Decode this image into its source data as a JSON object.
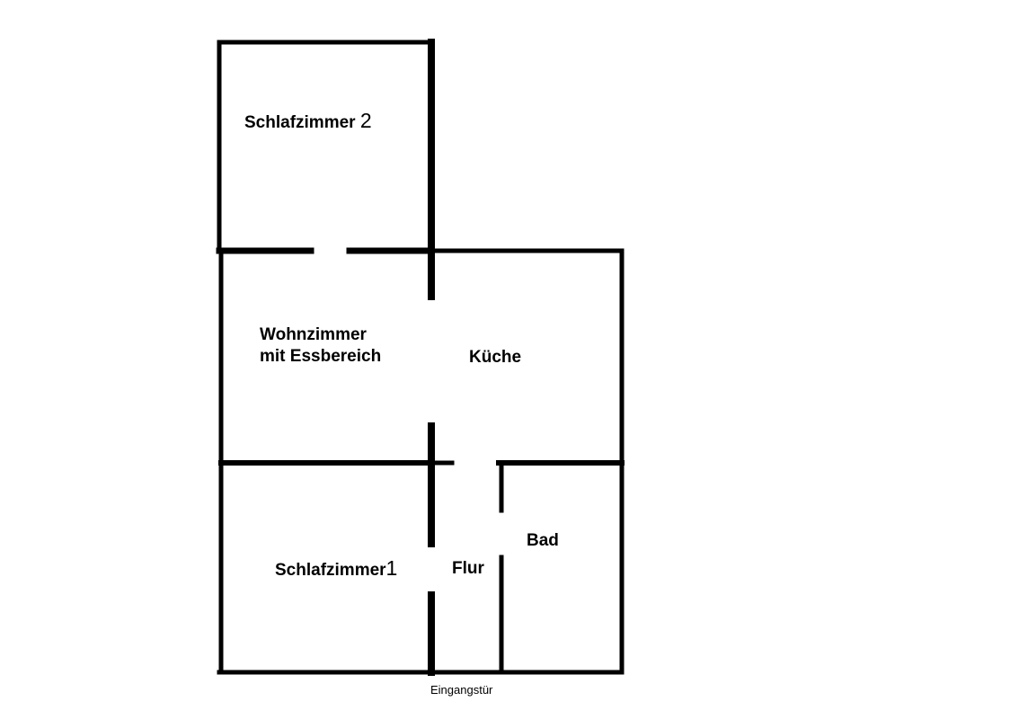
{
  "plan": {
    "wall_color": "#000000",
    "background": "#ffffff",
    "rooms": {
      "bedroom2": {
        "name": "Schlafzimmer",
        "num": "2"
      },
      "living": {
        "line1": "Wohnzimmer",
        "line2": "mit Essbereich"
      },
      "kitchen": {
        "name": "Küche"
      },
      "bedroom1": {
        "name": "Schlafzimmer",
        "num": "1"
      },
      "hallway": {
        "name": "Flur"
      },
      "bath": {
        "name": "Bad"
      }
    },
    "entrance": "Eingangstür"
  }
}
